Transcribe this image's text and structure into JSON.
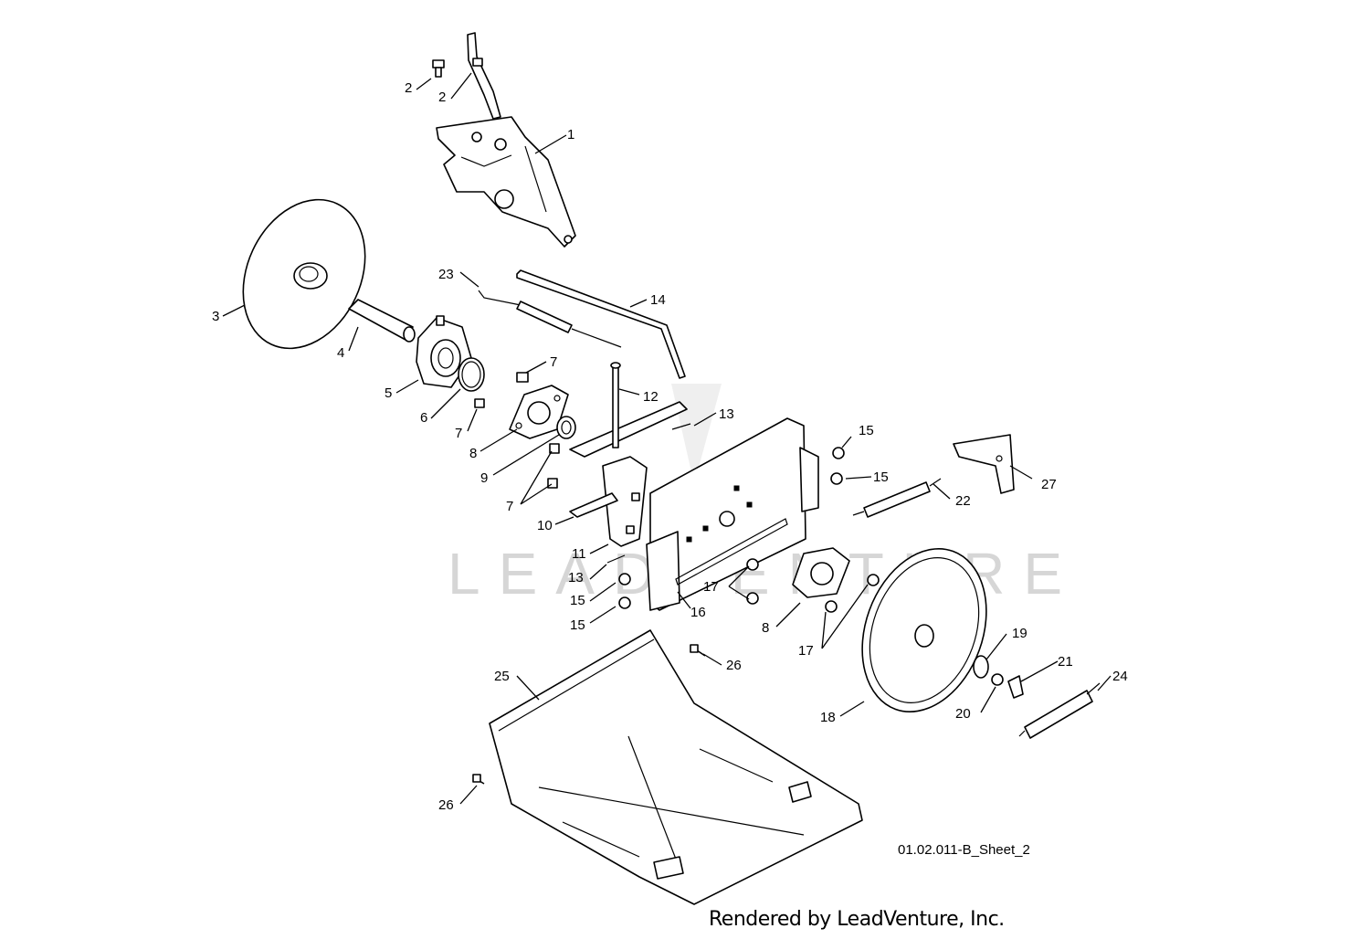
{
  "diagram": {
    "sheet_id": "01.02.011-B_Sheet_2",
    "footer": "Rendered by LeadVenture, Inc.",
    "watermark": "LEADVENTURE",
    "callouts": [
      "1",
      "2",
      "3",
      "4",
      "5",
      "6",
      "7",
      "8",
      "9",
      "10",
      "11",
      "12",
      "13",
      "14",
      "15",
      "16",
      "17",
      "18",
      "19",
      "20",
      "21",
      "22",
      "23",
      "24",
      "25",
      "26",
      "27"
    ]
  }
}
